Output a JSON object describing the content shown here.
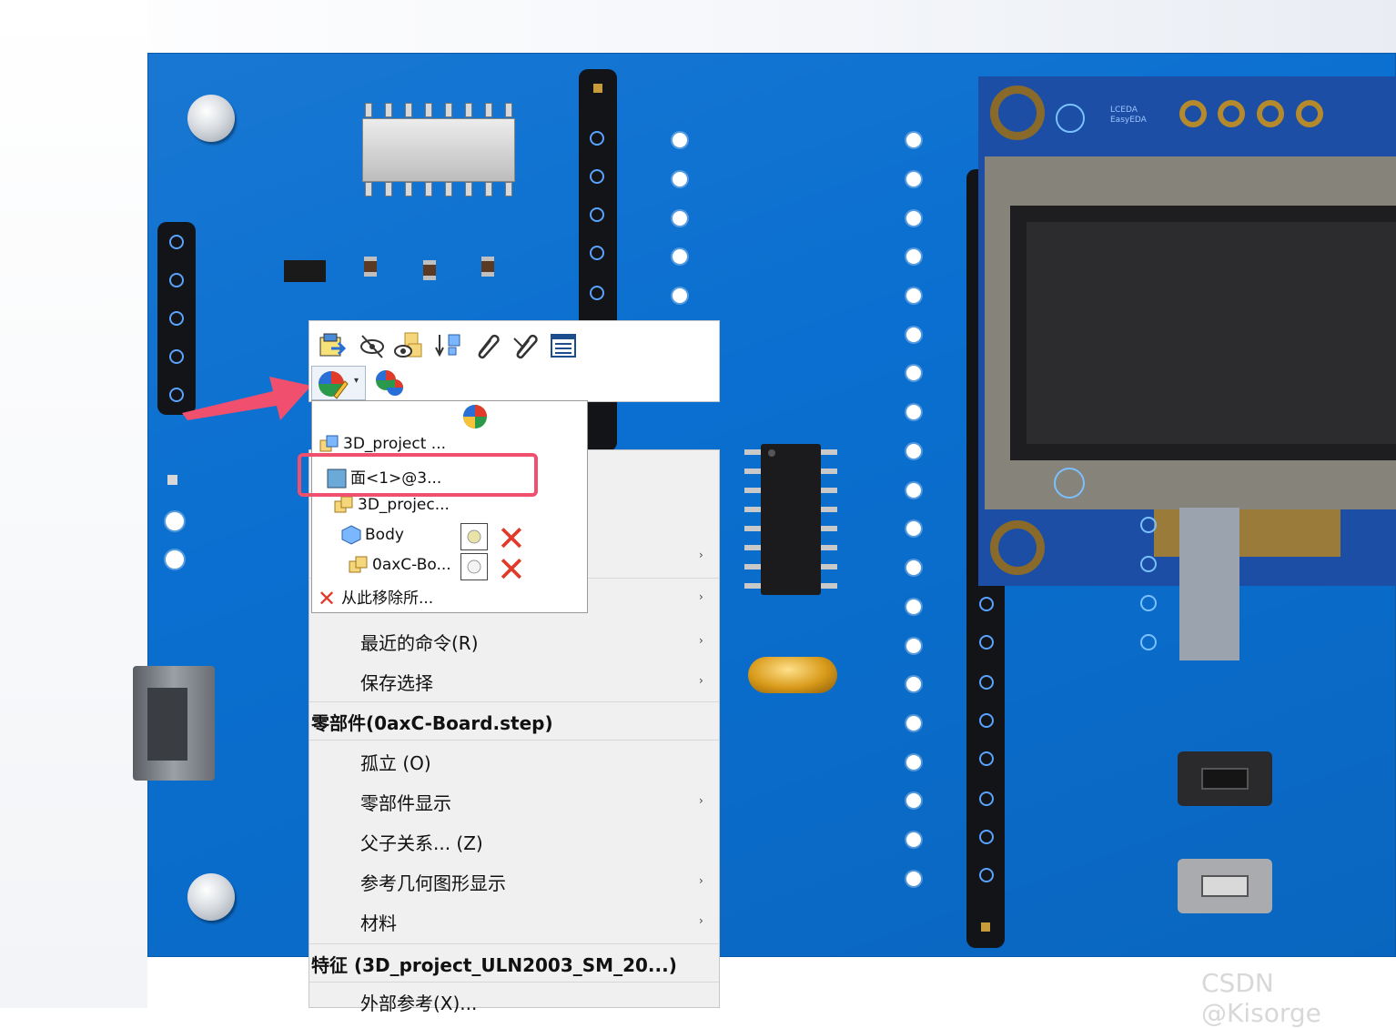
{
  "toolbar": {
    "icons": [
      "component-properties-icon",
      "hide-eye-icon",
      "show-components-icon",
      "move-component-icon",
      "paperclip-icon",
      "edit-part-icon",
      "list-view-icon"
    ],
    "appearance_icon": "appearance-ball-icon",
    "appearance_secondary_icon": "appearance-edit-icon"
  },
  "appearance_dropdown": {
    "items": [
      {
        "label": "3D_project ...",
        "icon": "assembly-icon"
      },
      {
        "label": "面<1>@3...",
        "icon": "face-icon"
      },
      {
        "label": "3D_projec...",
        "icon": "assembly-icon"
      },
      {
        "label": "Body",
        "icon": "body-icon"
      },
      {
        "label": "0axC-Bo...",
        "icon": "part-icon"
      },
      {
        "label": "从此移除所...",
        "icon": "remove-x-icon"
      }
    ]
  },
  "context_menu": {
    "recent_commands": "最近的命令(R)",
    "save_selection": "保存选择",
    "component_section": "零部件(0axC-Board.step)",
    "isolate": "孤立 (O)",
    "component_display": "零部件显示",
    "parent_child": "父子关系... (Z)",
    "ref_geometry": "参考几何图形显示",
    "material": "材料",
    "feature_section": "特征 (3D_project_ULN2003_SM_20...)",
    "external_refs": "外部参考(X)..."
  },
  "board": {
    "logo_line1": "LCEDA",
    "logo_line2": "EasyEDA"
  },
  "watermark": "CSDN @Kisorge",
  "colors": {
    "board": "#0a6fd0",
    "highlight": "#f0506e",
    "arrow": "#f0506e"
  }
}
